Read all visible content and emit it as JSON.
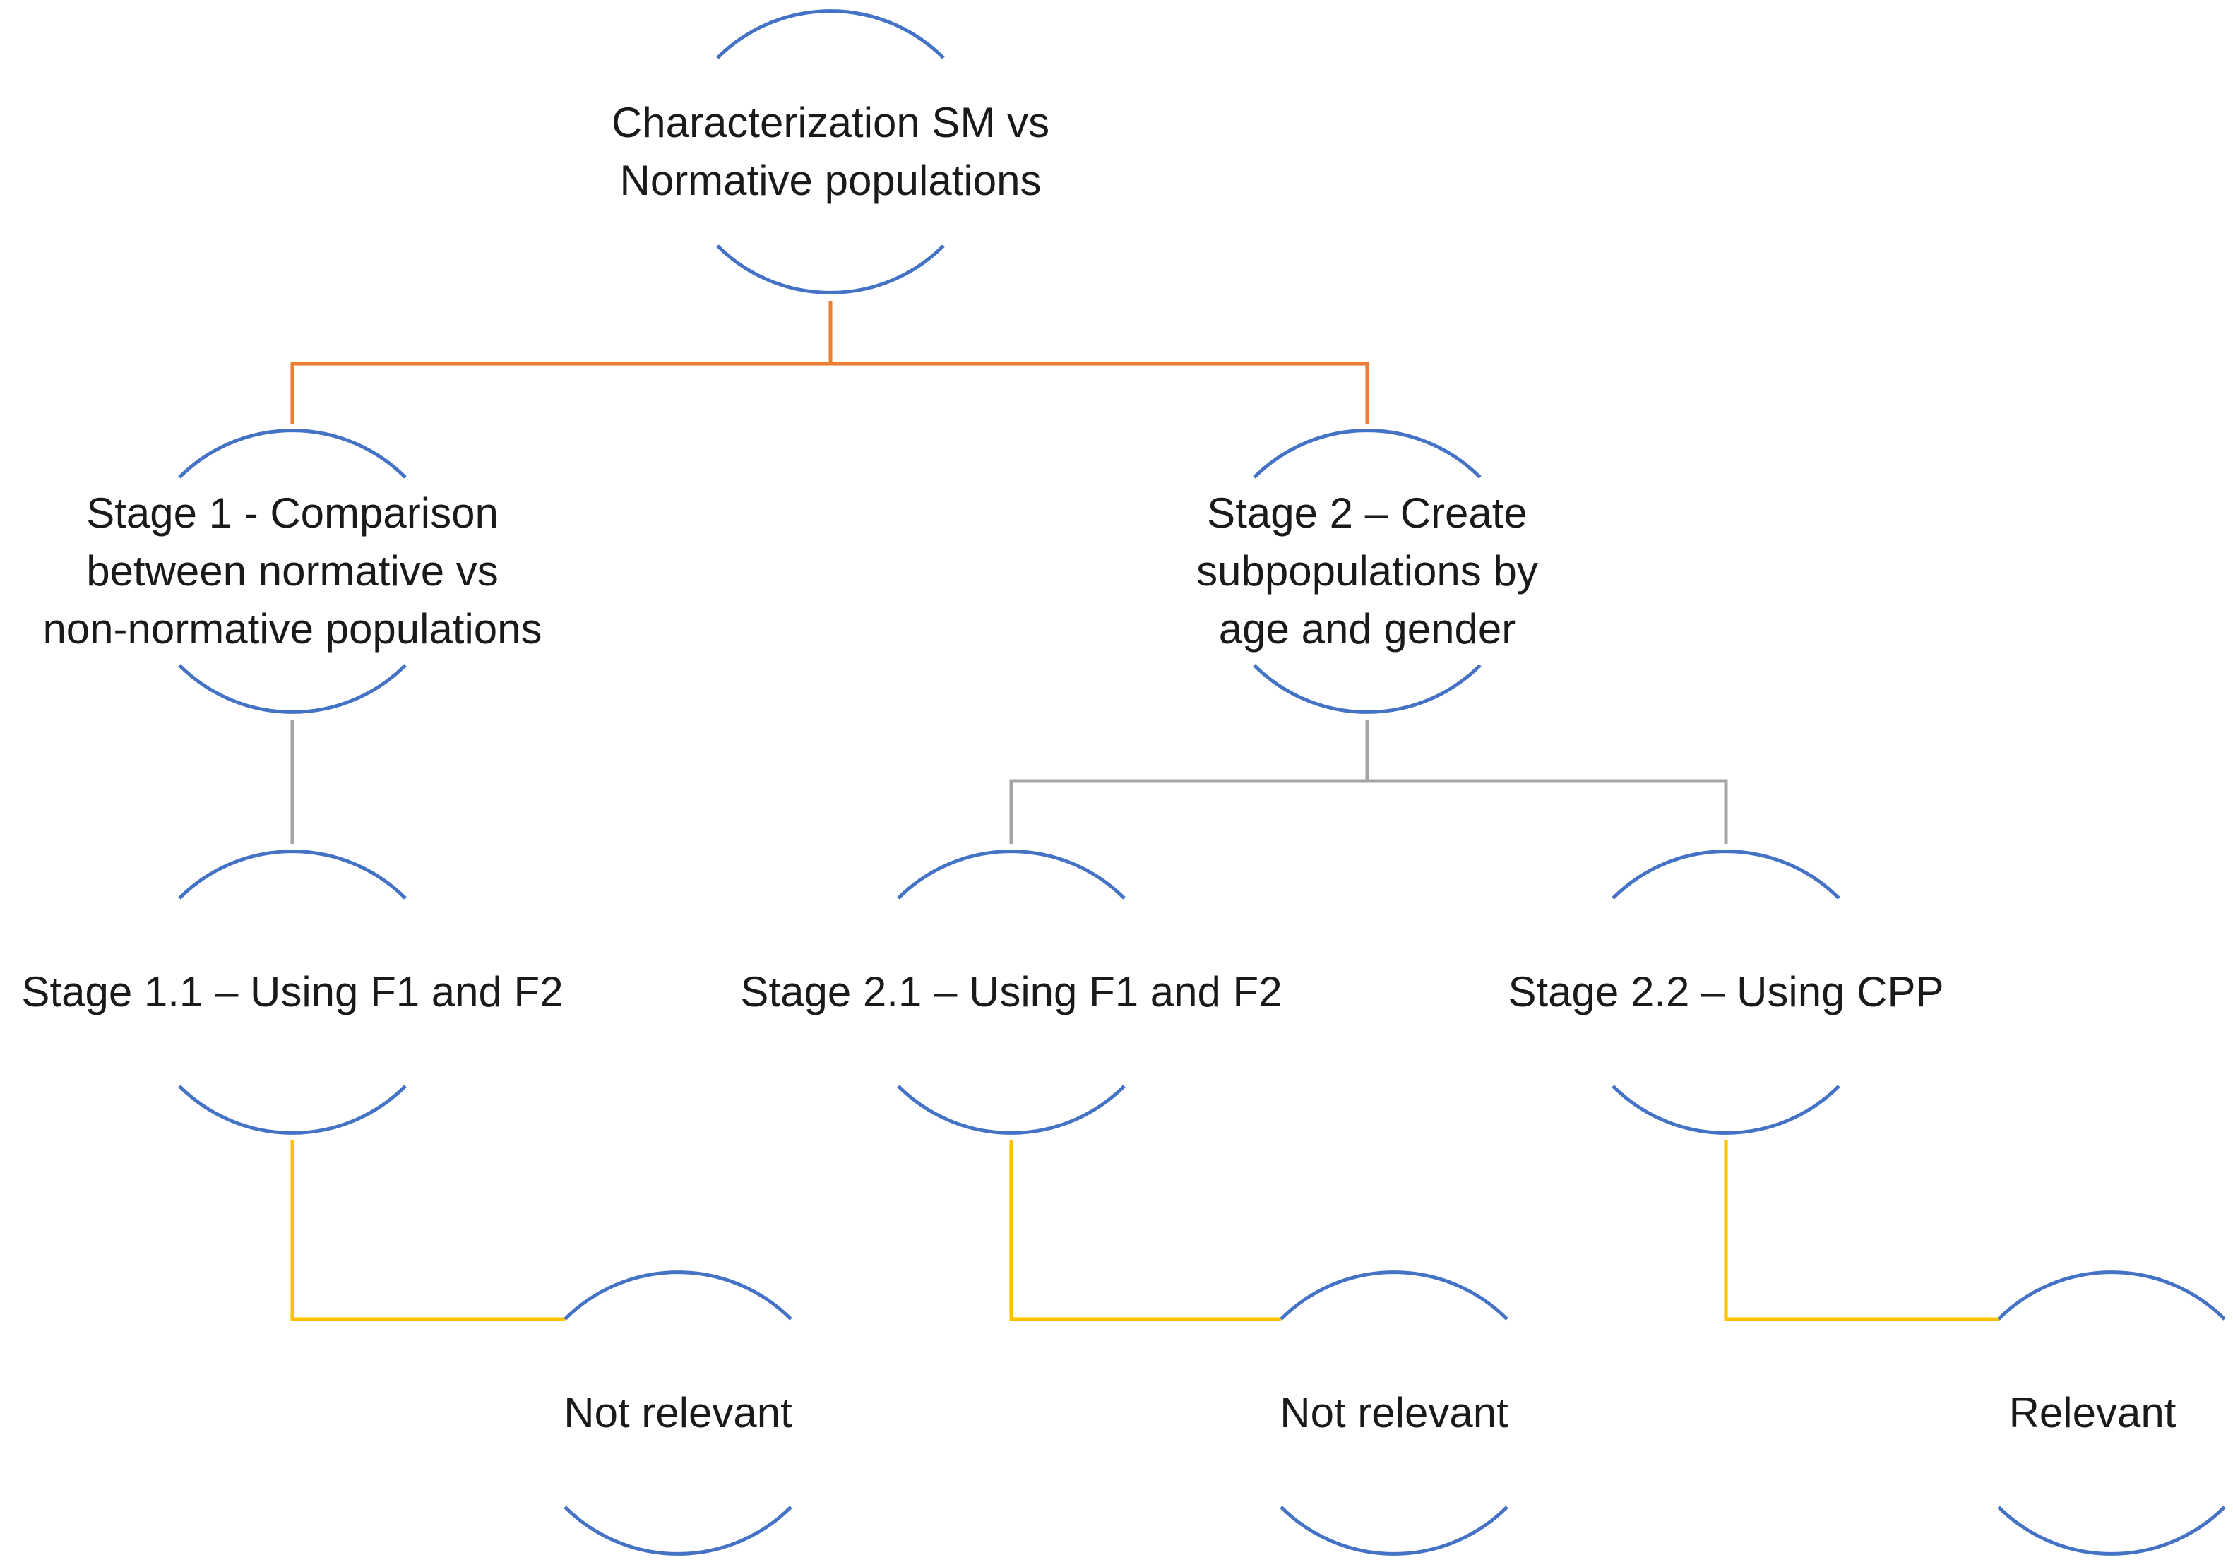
{
  "colors": {
    "arc": "#4472C4",
    "connector_level1": "#ED7D31",
    "connector_level2": "#A5A5A5",
    "connector_level3": "#FFC000",
    "text": "#1a1a1a"
  },
  "nodes": {
    "root": {
      "lines": [
        "Characterization SM vs",
        "Normative populations"
      ]
    },
    "stage1": {
      "lines": [
        "Stage 1 - Comparison",
        "between normative vs",
        "non-normative populations"
      ]
    },
    "stage2": {
      "lines": [
        "Stage 2 – Create",
        "subpopulations by",
        "age and gender"
      ]
    },
    "stage1_1": {
      "lines": [
        "Stage 1.1 – Using F1 and F2"
      ]
    },
    "stage2_1": {
      "lines": [
        "Stage 2.1 – Using F1 and F2"
      ]
    },
    "stage2_2": {
      "lines": [
        "Stage 2.2 – Using CPP"
      ]
    },
    "outcome1": {
      "lines": [
        "Not relevant"
      ]
    },
    "outcome2": {
      "lines": [
        "Not relevant"
      ]
    },
    "outcome3": {
      "lines": [
        "Relevant"
      ]
    }
  }
}
